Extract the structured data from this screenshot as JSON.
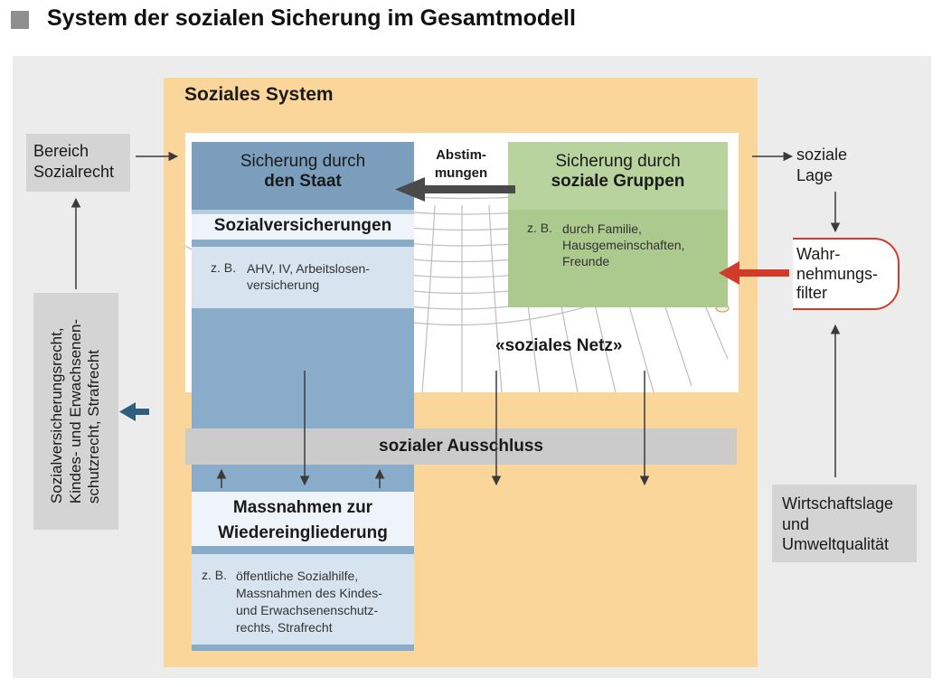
{
  "title": "System der sozialen Sicherung im Gesamtmodell",
  "social_system": {
    "label": "Soziales System"
  },
  "state": {
    "line1": "Sicherung durch",
    "line2": "den Staat"
  },
  "groups": {
    "line1": "Sicherung durch",
    "line2": "soziale Gruppen"
  },
  "coordination": {
    "line1": "Abstim-",
    "line2": "mungen"
  },
  "social_insurance": {
    "title": "Sozialversicherungen",
    "zb": "z. B.",
    "lines": [
      "AHV, IV, Arbeitslosen-",
      "versicherung"
    ]
  },
  "group_examples": {
    "zb": "z. B.",
    "lines": [
      "durch Familie,",
      "Hausgemeinschaften,",
      "Freunde"
    ]
  },
  "net_label": "«soziales Netz»",
  "exclusion_label": "sozialer Ausschluss",
  "reintegration": {
    "line1": "Massnahmen zur",
    "line2": "Wiedereingliederung",
    "zb": "z. B.",
    "lines": [
      "öffentliche Sozialhilfe,",
      "Massnahmen des Kindes-",
      "und Erwachsenenschutz-",
      "rechts, Strafrecht"
    ]
  },
  "left_top": {
    "lines": [
      "Bereich",
      "Sozialrecht"
    ]
  },
  "left_vertical": {
    "lines": [
      "Sozialversicherungsrecht,",
      "Kindes- und Erwachsenen-",
      "schutzrecht, Strafrecht"
    ]
  },
  "right_top": {
    "lines": [
      "soziale",
      "Lage"
    ]
  },
  "filter": {
    "lines": [
      "Wahr-",
      "nehmungs-",
      "filter"
    ]
  },
  "right_bottom": {
    "lines": [
      "Wirtschaftslage",
      "und",
      "Umweltqualität"
    ]
  },
  "colors": {
    "state_blue": "#8aaccb",
    "group_green": "#acc98e",
    "system_orange": "#fbd69a",
    "filter_red": "#d13b2a",
    "exclusion_gray": "#cbcbcb"
  }
}
